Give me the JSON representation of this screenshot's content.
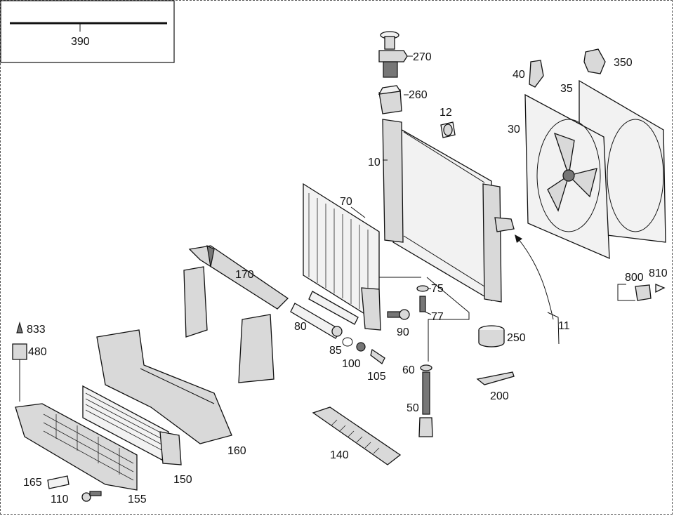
{
  "labels": {
    "l390": "390",
    "l270": "270",
    "l260": "260",
    "l12": "12",
    "l10": "10",
    "l40": "40",
    "l350": "350",
    "l35": "35",
    "l30": "30",
    "l70": "70",
    "l170": "170",
    "l75": "75",
    "l77": "77",
    "l90": "90",
    "l80": "80",
    "l85": "85",
    "l100": "100",
    "l105": "105",
    "l800": "800",
    "l810": "810",
    "l11": "11",
    "l250": "250",
    "l60": "60",
    "l200": "200",
    "l50": "50",
    "l833": "833",
    "l480": "480",
    "l160": "160",
    "l140": "140",
    "l150": "150",
    "l165": "165",
    "l110": "110",
    "l155": "155"
  }
}
